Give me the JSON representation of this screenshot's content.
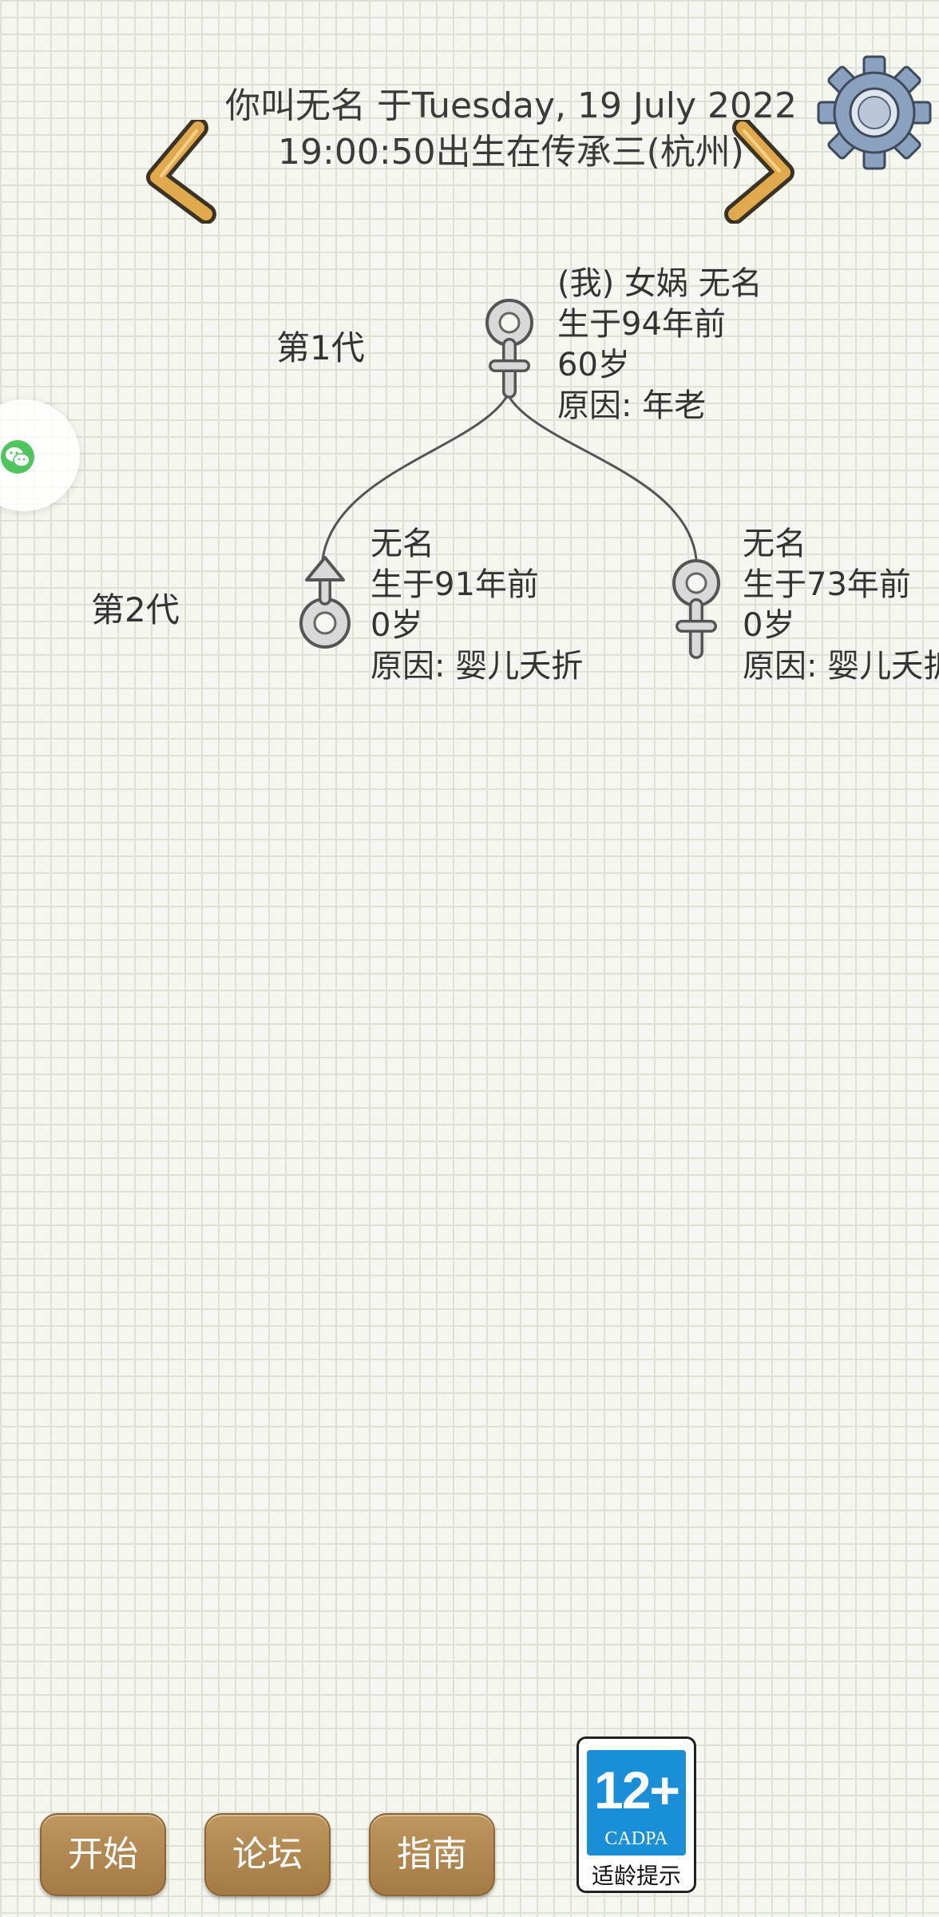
{
  "header": {
    "title_line1": "你叫无名 于Tuesday, 19 July 2022",
    "title_line2": "19:00:50出生在传承三(杭州)",
    "prev_icon": "chevron-left-icon",
    "next_icon": "chevron-right-icon",
    "settings_icon": "gear-icon"
  },
  "side": {
    "icon": "wechat-icon",
    "color": "#4fc45f"
  },
  "generations": [
    {
      "label": "第1代",
      "members": [
        {
          "gender": "female",
          "name": "(我) 女娲 无名",
          "born": "生于94年前",
          "age": "60岁",
          "cause": "原因:  年老"
        }
      ]
    },
    {
      "label": "第2代",
      "members": [
        {
          "gender": "male",
          "name": "无名",
          "born": "生于91年前",
          "age": "0岁",
          "cause": "原因:  婴儿夭折"
        },
        {
          "gender": "female",
          "name": "无名",
          "born": "生于73年前",
          "age": "0岁",
          "cause": "原因:  婴儿夭折"
        }
      ]
    }
  ],
  "bottom_nav": {
    "start": "开始",
    "forum": "论坛",
    "guide": "指南"
  },
  "age_rating": {
    "rating": "12+",
    "org": "CADPA",
    "tip": "适龄提示"
  },
  "colors": {
    "button_brown": "#a47a45",
    "arrow_orange": "#e0a94d",
    "badge_blue": "#1a8fd8"
  }
}
